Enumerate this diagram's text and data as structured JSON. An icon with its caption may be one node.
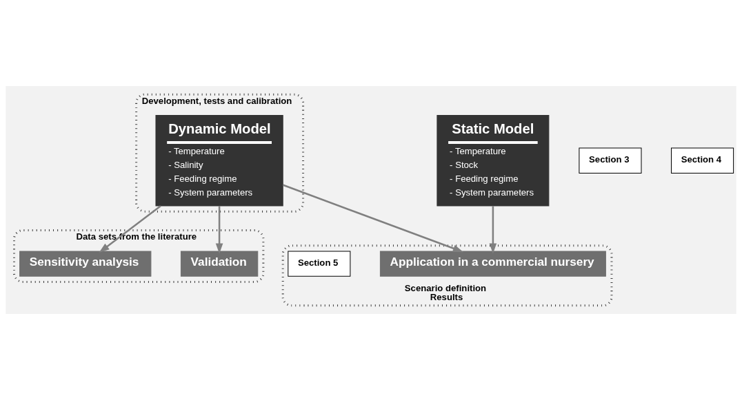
{
  "diagram": {
    "nodes": [
      {
        "text": [
          "Development, tests and calibration"
        ]
      },
      {
        "text": [
          "Section 3"
        ]
      },
      {
        "text": [
          "Static Model",
          "- Temperature",
          "- Stock",
          "- Feeding regime",
          "- System parameters"
        ]
      },
      {
        "text": [
          "Dynamic Model",
          "- Temperature",
          "- Salinity",
          "- Feeding regime",
          "- System parameters"
        ],
        "in": 0
      },
      {
        "text": [
          "Section 4"
        ]
      },
      {
        "text": [
          "Data sets from the literature"
        ]
      },
      {
        "text": [
          "Validation"
        ],
        "in": 5
      },
      {
        "text": [
          "Sensitivity analysis"
        ],
        "in": 5
      },
      {
        "text": [
          "Scenario definition",
          "Results"
        ]
      },
      {
        "text": [
          "Application in a commercial nursery"
        ],
        "in": 8
      },
      {
        "text": [
          "Section 5"
        ],
        "in": 8
      }
    ],
    "edges": [
      {
        "from": 2,
        "to": 9,
        "arrow": "to"
      },
      {
        "from": 3,
        "to": 9,
        "arrow": "to"
      },
      {
        "from": 3,
        "to": 6,
        "arrow": "to"
      },
      {
        "from": 3,
        "to": 7,
        "arrow": "to"
      }
    ]
  }
}
